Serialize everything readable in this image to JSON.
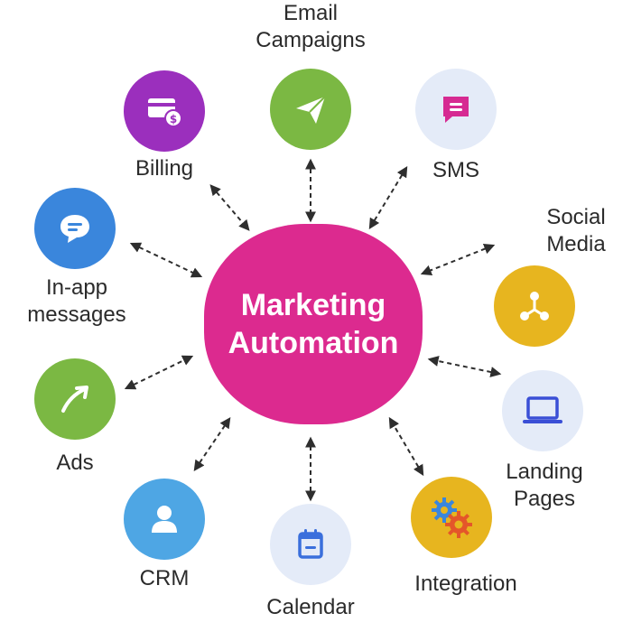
{
  "hub": {
    "title": "Marketing Automation",
    "color": "#dc2a8f"
  },
  "nodes": {
    "email": {
      "label": "Email Campaigns",
      "icon": "paper-plane-icon",
      "color": "#7bb843"
    },
    "sms": {
      "label": "SMS",
      "icon": "chat-bubble-icon",
      "color": "#e4ebf8"
    },
    "social": {
      "label": "Social Media",
      "icon": "share-nodes-icon",
      "color": "#e7b51f"
    },
    "landing": {
      "label": "Landing Pages",
      "icon": "laptop-icon",
      "color": "#e4ebf8"
    },
    "integration": {
      "label": "Integration",
      "icon": "gears-icon",
      "color": "#e7b51f"
    },
    "calendar": {
      "label": "Calendar",
      "icon": "calendar-icon",
      "color": "#e4ebf8"
    },
    "crm": {
      "label": "CRM",
      "icon": "user-icon",
      "color": "#4ea6e4"
    },
    "ads": {
      "label": "Ads",
      "icon": "trend-arrow-icon",
      "color": "#7bb843"
    },
    "inapp": {
      "label": "In-app messages",
      "icon": "message-bubble-icon",
      "color": "#3a86dc"
    },
    "billing": {
      "label": "Billing",
      "icon": "card-payment-icon",
      "color": "#9b2fbd"
    }
  }
}
